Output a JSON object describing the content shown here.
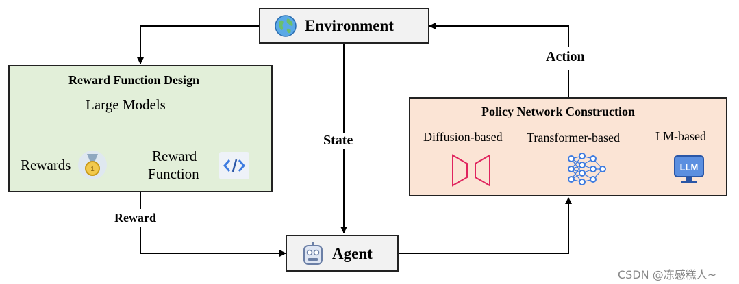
{
  "environment": {
    "label": "Environment",
    "icon": "globe-icon"
  },
  "agent": {
    "label": "Agent",
    "icon": "robot-icon"
  },
  "edges": {
    "state": "State",
    "reward": "Reward",
    "action": "Action"
  },
  "reward_design": {
    "title": "Reward Function Design",
    "large_models": "Large Models",
    "rewards": "Rewards",
    "reward_function_line1": "Reward",
    "reward_function_line2": "Function",
    "icons": [
      "medal-icon",
      "code-icon"
    ]
  },
  "policy_network": {
    "title": "Policy Network Construction",
    "diffusion": "Diffusion-based",
    "transformer": "Transformer-based",
    "lm": "LM-based",
    "lm_icon_text": "LLM",
    "icons": [
      "diffusion-icon",
      "neural-network-icon",
      "llm-monitor-icon"
    ]
  },
  "watermark": "CSDN @冻感糕人~",
  "colors": {
    "reward_box_fill": "#e2efd9",
    "policy_box_fill": "#fbe4d5",
    "node_fill": "#f2f2f2",
    "accent_red": "#e0245e",
    "accent_blue": "#3d7be0"
  }
}
